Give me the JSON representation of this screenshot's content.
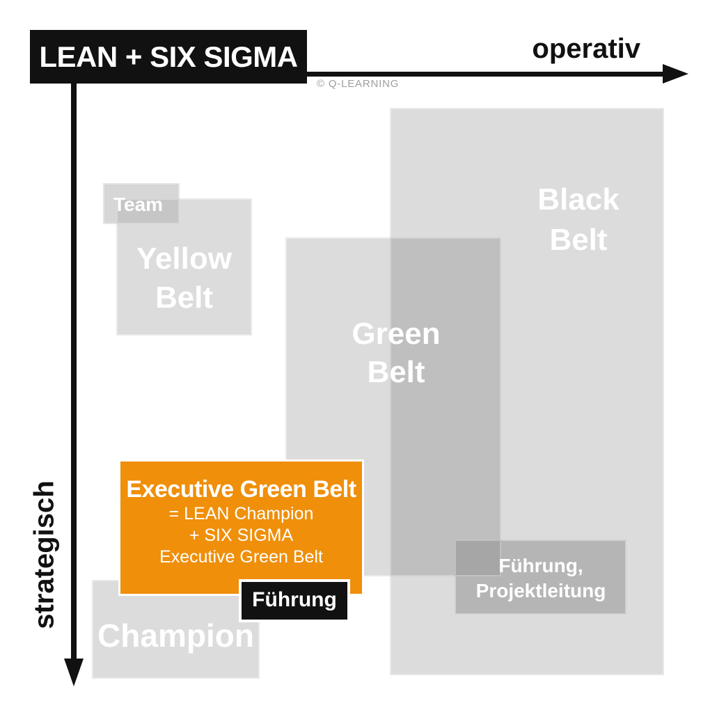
{
  "header": {
    "title": "LEAN + SIX SIGMA",
    "copyright": "© Q-LEARNING"
  },
  "axes": {
    "x_label": "operativ",
    "y_label": "strategisch"
  },
  "belts": {
    "team": "Team",
    "yellow": "Yellow\nBelt",
    "green": "Green\nBelt",
    "black": "Black\nBelt",
    "champion": "Champion",
    "leadership": "Führung,\nProjektleitung"
  },
  "executive": {
    "title": "Executive Green Belt",
    "line1": "= LEAN Champion",
    "line2": "+ SIX SIGMA",
    "line3": "Executive Green Belt",
    "badge": "Führung"
  },
  "colors": {
    "accent_orange": "#ef8f0a",
    "box_gray": "#dcdcdc",
    "overlap_gray": "#bfbfbf",
    "ink_black": "#111111",
    "copyright_gray": "#9e9e9e"
  }
}
